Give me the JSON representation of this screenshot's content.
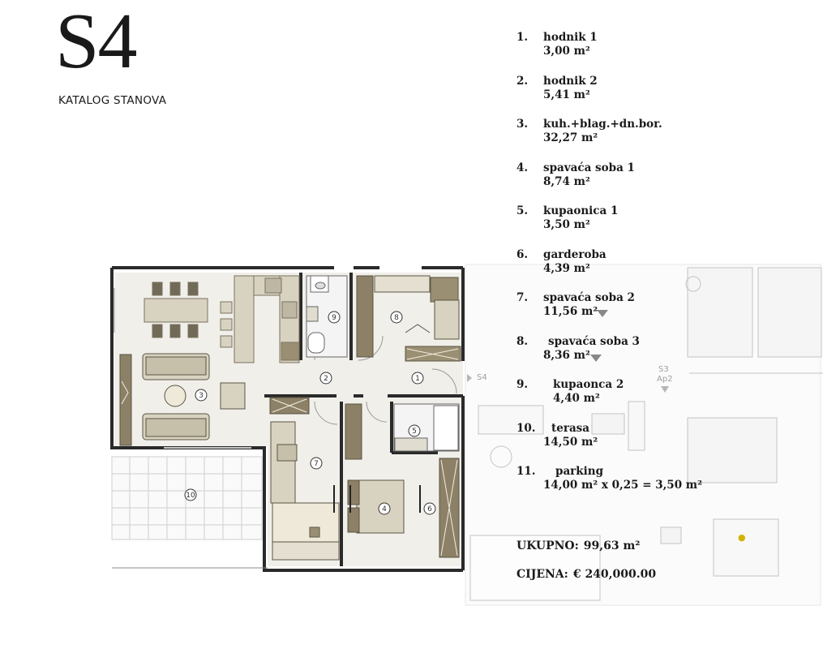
{
  "header": {
    "title": "S4",
    "subtitle": "KATALOG STANOVA"
  },
  "legend": {
    "items": [
      {
        "num": "1.",
        "name": "hodnik 1",
        "area": "3,00 m²"
      },
      {
        "num": "2.",
        "name": "hodnik 2",
        "area": "5,41 m²"
      },
      {
        "num": "3.",
        "name": "kuh.+blag.+dn.bor.",
        "area": "32,27 m²"
      },
      {
        "num": "4.",
        "name": "spavaća soba 1",
        "area": "8,74 m²"
      },
      {
        "num": "5.",
        "name": "kupaonica 1",
        "area": "3,50 m²"
      },
      {
        "num": "6.",
        "name": "garderoba",
        "area": "4,39 m²"
      },
      {
        "num": "7.",
        "name": "spavaća soba 2",
        "area": "11,56 m²"
      },
      {
        "num": "8.",
        "name": "spavaća soba 3",
        "area": "8,36 m²"
      },
      {
        "num": "9.",
        "name": "kupaonca 2",
        "area": "4,40 m²"
      },
      {
        "num": "10.",
        "name": "terasa",
        "area": "14,50 m²"
      },
      {
        "num": "11.",
        "name": "parking",
        "area": "14,00 m² x 0,25 = 3,50 m²"
      }
    ]
  },
  "summary": {
    "total_label": "UKUPNO:",
    "total_value": "99,63 m²",
    "price_label": "CIJENA:",
    "price_value": "€ 240,000.00"
  },
  "plan": {
    "room_labels": [
      "1",
      "2",
      "3",
      "4",
      "5",
      "6",
      "7",
      "8",
      "9",
      "10"
    ],
    "neighbor_labels": {
      "s4_marker": "S4",
      "s3_marker": "S3",
      "ap2_marker": "Ap2"
    },
    "colors": {
      "wall": "#2a2a2a",
      "furniture": "#d8d2c0",
      "furniture_dark": "#9a8f72",
      "floor": "#f1efea",
      "tile": "#c9c9c9"
    }
  }
}
